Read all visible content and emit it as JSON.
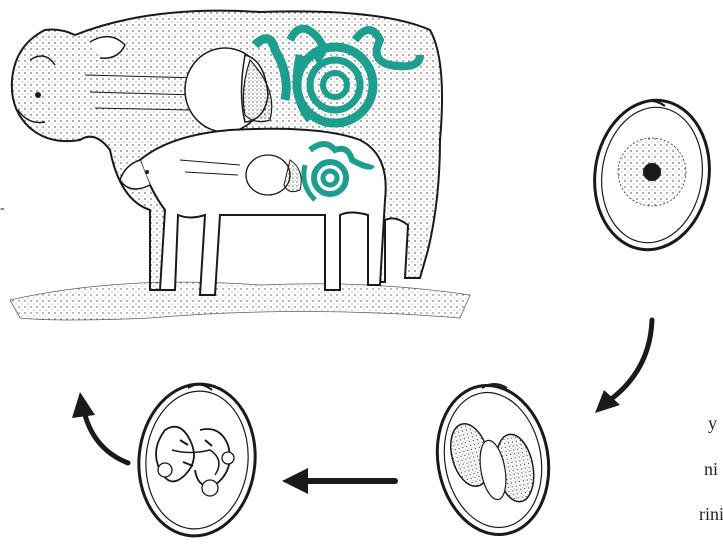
{
  "diagram": {
    "type": "life-cycle",
    "stages": [
      {
        "id": "host",
        "label": "",
        "icon": "sheep-and-lamb-host-illustration"
      },
      {
        "id": "egg-unembryonated",
        "label": "",
        "icon": "egg-single-cell-icon"
      },
      {
        "id": "egg-developing",
        "label": "",
        "icon": "egg-developing-larvae-icon"
      },
      {
        "id": "egg-embryonated",
        "label": "",
        "icon": "egg-larvae-coiled-icon"
      }
    ],
    "arrows": [
      {
        "from": "egg-unembryonated",
        "to": "egg-developing",
        "icon": "curved-arrow-icon"
      },
      {
        "from": "egg-developing",
        "to": "egg-embryonated",
        "icon": "straight-arrow-icon"
      },
      {
        "from": "egg-embryonated",
        "to": "host",
        "icon": "curved-arrow-icon"
      }
    ],
    "colors": {
      "ink": "#1a1a1a",
      "parasite": "#1e9e8f",
      "paper": "#ffffff"
    }
  },
  "edge_text": {
    "line1": "y",
    "line2": "ni",
    "line3": "rini",
    "tick": "-"
  }
}
